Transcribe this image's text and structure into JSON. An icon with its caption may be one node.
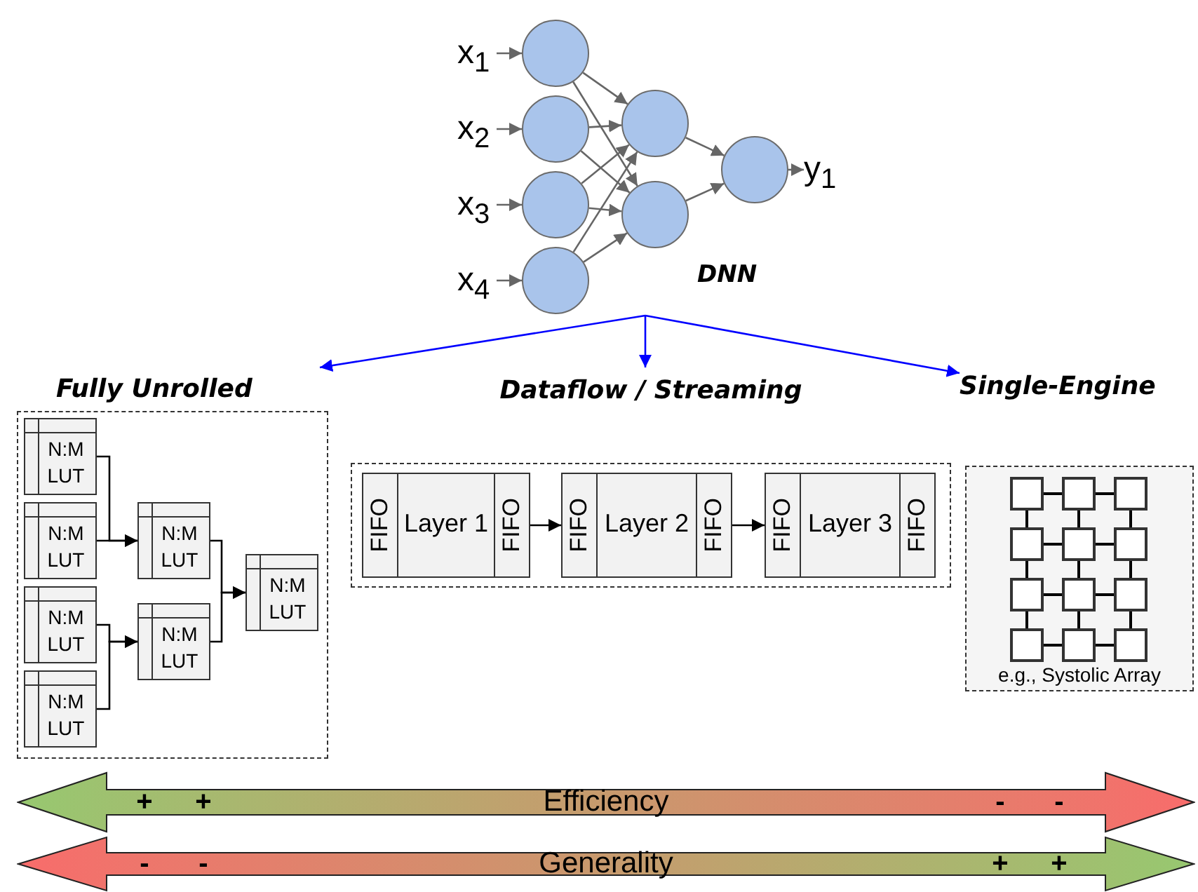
{
  "diagram": {
    "nodes": [
      {
        "text": [
          "x$_{1}$"
        ]
      },
      {
        "text": [
          "x$_{2}$"
        ]
      },
      {
        "text": [
          "x$_{3}$"
        ]
      },
      {
        "text": [
          "x$_{4}$"
        ]
      },
      {
        "text": [],
        "shape": "circle"
      },
      {
        "text": [],
        "shape": "circle"
      },
      {
        "text": [],
        "shape": "circle"
      },
      {
        "text": [],
        "shape": "circle"
      },
      {
        "text": [],
        "shape": "circle"
      },
      {
        "text": [],
        "shape": "circle"
      },
      {
        "text": [],
        "shape": "circle"
      },
      {
        "text": [
          "y$_{1}$"
        ]
      },
      {
        "text": [
          "Fully Unrolled"
        ]
      },
      {
        "text": [
          "Dataflow / Streaming"
        ]
      },
      {
        "text": [
          "Single-Engine",
          "e.g., Systolic Array"
        ]
      },
      {
        "text": [
          "N:M LUT"
        ],
        "in": 12
      },
      {
        "text": [
          "N:M LUT"
        ],
        "in": 12
      },
      {
        "text": [
          "N:M LUT"
        ],
        "in": 12
      },
      {
        "text": [
          "N:M LUT"
        ],
        "in": 12
      },
      {
        "text": [
          "N:M LUT"
        ],
        "in": 12
      },
      {
        "text": [
          "N:M LUT"
        ],
        "in": 12
      },
      {
        "text": [
          "N:M LUT"
        ],
        "in": 12
      },
      {
        "text": [
          "FIFO",
          "Layer 1",
          "FIFO"
        ],
        "in": 13
      },
      {
        "text": [
          "FIFO",
          "Layer 2",
          "FIFO"
        ],
        "in": 13
      },
      {
        "text": [
          "FIFO",
          "Layer 3",
          "FIFO"
        ],
        "in": 13
      },
      {
        "text": [],
        "shape": "box",
        "in": 14
      },
      {
        "text": [],
        "shape": "box",
        "in": 14
      },
      {
        "text": [],
        "shape": "box",
        "in": 14
      },
      {
        "text": [],
        "shape": "box",
        "in": 14
      },
      {
        "text": [],
        "shape": "box",
        "in": 14
      },
      {
        "text": [],
        "shape": "box",
        "in": 14
      },
      {
        "text": [],
        "shape": "box",
        "in": 14
      },
      {
        "text": [],
        "shape": "box",
        "in": 14
      },
      {
        "text": [],
        "shape": "box",
        "in": 14
      },
      {
        "text": [],
        "shape": "box",
        "in": 14
      },
      {
        "text": [],
        "shape": "box",
        "in": 14
      },
      {
        "text": [],
        "shape": "box",
        "in": 14
      },
      {
        "text": [
          "+",
          "+",
          "Efficiency",
          "-",
          "-"
        ]
      },
      {
        "text": [
          "-",
          "-",
          "Generality",
          "+",
          "+"
        ]
      }
    ],
    "edges": [
      {
        "from": 0,
        "to": 4,
        "arrow": "to",
        "color": "#666666"
      },
      {
        "from": 1,
        "to": 5,
        "arrow": "to",
        "color": "#666666"
      },
      {
        "from": 2,
        "to": 6,
        "arrow": "to",
        "color": "#666666"
      },
      {
        "from": 3,
        "to": 7,
        "arrow": "to",
        "color": "#666666"
      },
      {
        "from": 4,
        "to": 8,
        "arrow": "to",
        "color": "#666666"
      },
      {
        "from": 4,
        "to": 9,
        "arrow": "to",
        "color": "#666666"
      },
      {
        "from": 5,
        "to": 8,
        "arrow": "to",
        "color": "#666666"
      },
      {
        "from": 5,
        "to": 9,
        "arrow": "to",
        "color": "#666666"
      },
      {
        "from": 6,
        "to": 8,
        "arrow": "to",
        "color": "#666666"
      },
      {
        "from": 6,
        "to": 9,
        "arrow": "to",
        "color": "#666666"
      },
      {
        "from": 7,
        "to": 8,
        "arrow": "to",
        "color": "#666666"
      },
      {
        "from": 7,
        "to": 9,
        "arrow": "to",
        "color": "#666666"
      },
      {
        "from": 8,
        "to": 10,
        "arrow": "to",
        "color": "#666666"
      },
      {
        "from": 9,
        "to": 10,
        "arrow": "to",
        "color": "#666666"
      },
      {
        "from": 10,
        "to": 11,
        "arrow": "to",
        "color": "#666666"
      },
      {
        "from": null,
        "to": 12,
        "arrow": "to",
        "color": "#0000ff"
      },
      {
        "from": null,
        "to": 13,
        "arrow": "to",
        "color": "#0000ff"
      },
      {
        "from": null,
        "to": 14,
        "arrow": "to",
        "color": "#0000ff"
      },
      {
        "from": 15,
        "to": 19,
        "arrow": "to"
      },
      {
        "from": 16,
        "to": 19,
        "arrow": "to"
      },
      {
        "from": 17,
        "to": 20,
        "arrow": "to"
      },
      {
        "from": 18,
        "to": 20,
        "arrow": "to"
      },
      {
        "from": 19,
        "to": 21,
        "arrow": "to"
      },
      {
        "from": 20,
        "to": 21,
        "arrow": "to"
      },
      {
        "from": 22,
        "to": 23,
        "arrow": "to"
      },
      {
        "from": 23,
        "to": 24,
        "arrow": "to"
      },
      {
        "from": 25,
        "to": 26,
        "arrow": "none"
      },
      {
        "from": 26,
        "to": 27,
        "arrow": "none"
      },
      {
        "from": 28,
        "to": 29,
        "arrow": "none"
      },
      {
        "from": 29,
        "to": 30,
        "arrow": "none"
      },
      {
        "from": 31,
        "to": 32,
        "arrow": "none"
      },
      {
        "from": 32,
        "to": 33,
        "arrow": "none"
      },
      {
        "from": 34,
        "to": 35,
        "arrow": "none"
      },
      {
        "from": 35,
        "to": 36,
        "arrow": "none"
      },
      {
        "from": 25,
        "to": 28,
        "arrow": "none"
      },
      {
        "from": 28,
        "to": 31,
        "arrow": "none"
      },
      {
        "from": 31,
        "to": 34,
        "arrow": "none"
      },
      {
        "from": 26,
        "to": 29,
        "arrow": "none"
      },
      {
        "from": 29,
        "to": 32,
        "arrow": "none"
      },
      {
        "from": 32,
        "to": 35,
        "arrow": "none"
      },
      {
        "from": 27,
        "to": 30,
        "arrow": "none"
      },
      {
        "from": 30,
        "to": 33,
        "arrow": "none"
      },
      {
        "from": 33,
        "to": 36,
        "arrow": "none"
      }
    ],
    "labels": [
      "DNN"
    ]
  }
}
